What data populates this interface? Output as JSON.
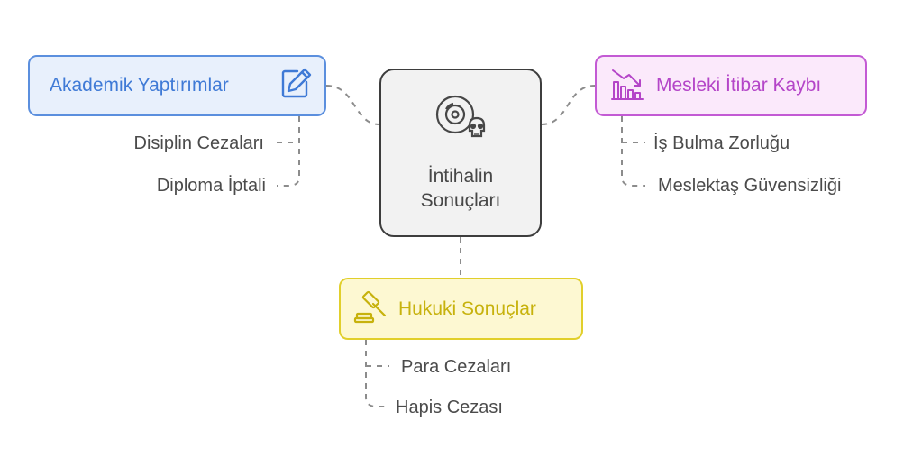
{
  "center": {
    "title_line1": "İntihalin",
    "title_line2": "Sonuçları",
    "icon": "vinyl-skull-icon"
  },
  "branches": [
    {
      "label": "Akademik Yaptırımlar",
      "icon": "pencil-square-icon",
      "color": "#3f7ad6",
      "children": [
        "Disiplin Cezaları",
        "Diploma İptali"
      ]
    },
    {
      "label": "Mesleki İtibar Kaybı",
      "icon": "declining-chart-icon",
      "color": "#b445c8",
      "children": [
        "İş Bulma Zorluğu",
        "Meslektaş Güvensizliği"
      ]
    },
    {
      "label": "Hukuki Sonuçlar",
      "icon": "gavel-icon",
      "color": "#c7b20d",
      "children": [
        "Para Cezaları",
        "Hapis Cezası"
      ]
    }
  ]
}
